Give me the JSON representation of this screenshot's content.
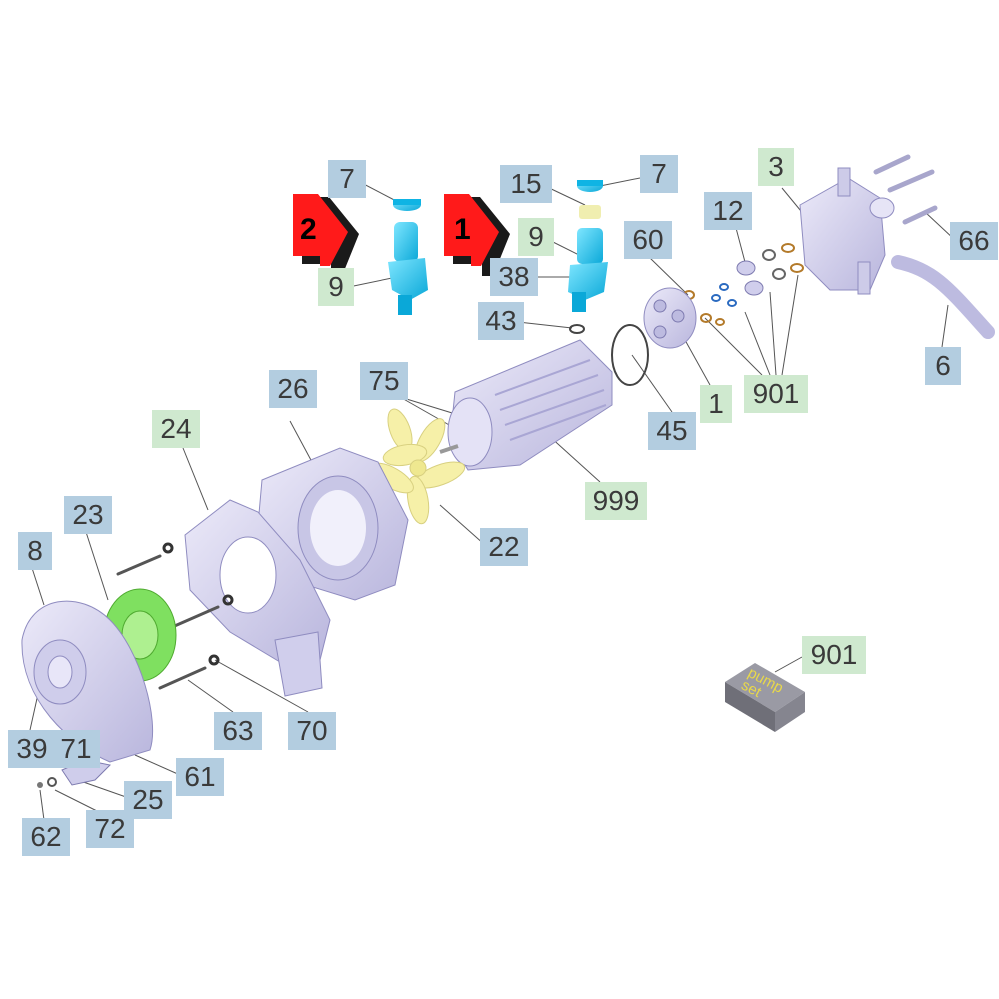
{
  "callouts": [
    {
      "id": "c-7a",
      "label": "7",
      "color": "blue"
    },
    {
      "id": "c-9a",
      "label": "9",
      "color": "green"
    },
    {
      "id": "c-15",
      "label": "15",
      "color": "blue"
    },
    {
      "id": "c-7b",
      "label": "7",
      "color": "blue"
    },
    {
      "id": "c-9b",
      "label": "9",
      "color": "green"
    },
    {
      "id": "c-38",
      "label": "38",
      "color": "blue"
    },
    {
      "id": "c-43",
      "label": "43",
      "color": "blue"
    },
    {
      "id": "c-3",
      "label": "3",
      "color": "green"
    },
    {
      "id": "c-12",
      "label": "12",
      "color": "blue"
    },
    {
      "id": "c-60",
      "label": "60",
      "color": "blue"
    },
    {
      "id": "c-66",
      "label": "66",
      "color": "blue"
    },
    {
      "id": "c-6",
      "label": "6",
      "color": "blue"
    },
    {
      "id": "c-1",
      "label": "1",
      "color": "green"
    },
    {
      "id": "c-901a",
      "label": "901",
      "color": "green"
    },
    {
      "id": "c-45",
      "label": "45",
      "color": "blue"
    },
    {
      "id": "c-75",
      "label": "75",
      "color": "blue"
    },
    {
      "id": "c-26",
      "label": "26",
      "color": "blue"
    },
    {
      "id": "c-24",
      "label": "24",
      "color": "green"
    },
    {
      "id": "c-999",
      "label": "999",
      "color": "green"
    },
    {
      "id": "c-22",
      "label": "22",
      "color": "blue"
    },
    {
      "id": "c-23",
      "label": "23",
      "color": "blue"
    },
    {
      "id": "c-8",
      "label": "8",
      "color": "blue"
    },
    {
      "id": "c-901b",
      "label": "901",
      "color": "green"
    },
    {
      "id": "c-63",
      "label": "63",
      "color": "blue"
    },
    {
      "id": "c-70",
      "label": "70",
      "color": "blue"
    },
    {
      "id": "c-39",
      "label": "39",
      "color": "blue"
    },
    {
      "id": "c-71",
      "label": "71",
      "color": "blue"
    },
    {
      "id": "c-61",
      "label": "61",
      "color": "blue"
    },
    {
      "id": "c-25",
      "label": "25",
      "color": "blue"
    },
    {
      "id": "c-62",
      "label": "62",
      "color": "blue"
    },
    {
      "id": "c-72",
      "label": "72",
      "color": "blue"
    }
  ],
  "variant_markers": [
    {
      "id": "m-2",
      "label": "2",
      "color": "#ff0000"
    },
    {
      "id": "m-1",
      "label": "1",
      "color": "#ff0000"
    }
  ],
  "pump_set_box": {
    "line1": "pump",
    "line2": "set",
    "text_color": "#e8d84a"
  },
  "colors": {
    "callout_blue": "#b3cde0",
    "callout_green": "#cfe9cf",
    "part_lavender": "#d8d6f0",
    "part_cyan": "#1ec8f0",
    "fan_yellow": "#f6f0a8",
    "impeller_green": "#7fe060",
    "marker_red": "#ff0000"
  }
}
